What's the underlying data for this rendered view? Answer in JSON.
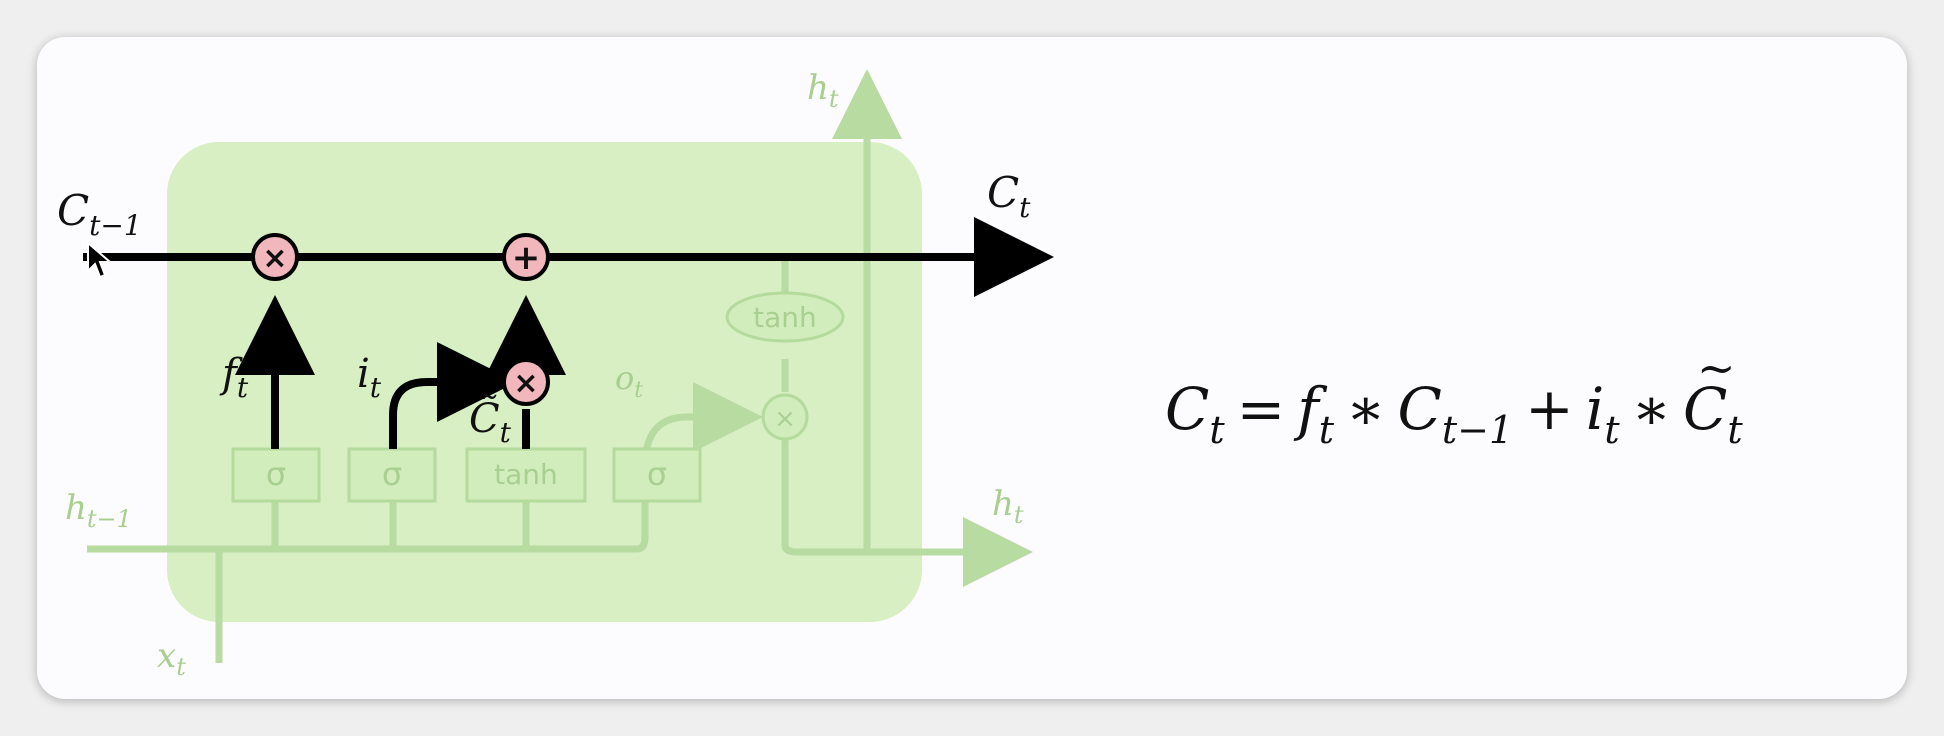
{
  "diagram": {
    "labels": {
      "c_prev": "C",
      "c_prev_sub": "t−1",
      "c_next": "C",
      "c_next_sub": "t",
      "f": "f",
      "f_sub": "t",
      "i": "i",
      "i_sub": "t",
      "c_tilde": "C̃",
      "c_tilde_sub": "t",
      "o": "o",
      "o_sub": "t",
      "h_top": "h",
      "h_top_sub": "t",
      "h_right": "h",
      "h_right_sub": "t",
      "h_prev": "h",
      "h_prev_sub": "t−1",
      "x": "x",
      "x_sub": "t"
    },
    "gates": {
      "forget": "σ",
      "input": "σ",
      "candidate": "tanh",
      "output": "σ",
      "cell_tanh": "tanh"
    },
    "operators": {
      "forget_mult": "×",
      "add": "+",
      "input_mult": "×",
      "output_mult": "×"
    },
    "colors": {
      "cell_bg": "#d7efc3",
      "faint_line": "#b7dba0",
      "operator_fill": "#f2b6bd",
      "active_line": "#000000"
    }
  },
  "equation": {
    "lhs": "C",
    "lhs_sub": "t",
    "eq": "=",
    "f": "f",
    "f_sub": "t",
    "mul1": "∗",
    "c_prev": "C",
    "c_prev_sub": "t−1",
    "plus": "+",
    "i": "i",
    "i_sub": "t",
    "mul2": "∗",
    "c_tilde": "C",
    "c_tilde_sub": "t"
  }
}
